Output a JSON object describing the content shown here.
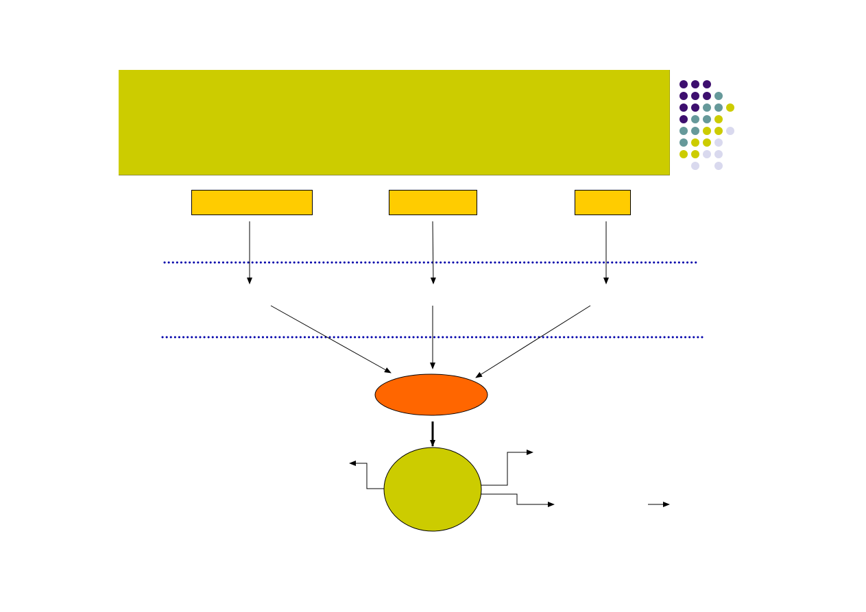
{
  "title": "",
  "boxes": [
    {
      "id": "box-1",
      "label": ""
    },
    {
      "id": "box-2",
      "label": ""
    },
    {
      "id": "box-3",
      "label": ""
    }
  ],
  "central_ellipse": {
    "label": "",
    "fill": "#ff6600"
  },
  "bottom_circle": {
    "label": "",
    "fill": "#cccc00"
  },
  "colors": {
    "title_band": "#cccc00",
    "boxes": "#ffcc00",
    "dotted_lines": "#0000aa",
    "dots_purple": "#3d0f6e",
    "dots_teal": "#66999a",
    "dots_yellow": "#cccc00",
    "dots_lavender": "#d9d9ee"
  },
  "decor_dot_rows": [
    [
      "purple",
      "purple",
      "purple"
    ],
    [
      "purple",
      "purple",
      "purple",
      "teal"
    ],
    [
      "purple",
      "purple",
      "teal",
      "teal",
      "yellow"
    ],
    [
      "purple",
      "teal",
      "teal",
      "yellow"
    ],
    [
      "teal",
      "teal",
      "yellow",
      "yellow",
      "lavender"
    ],
    [
      "teal",
      "yellow",
      "yellow",
      "lavender"
    ],
    [
      "yellow",
      "yellow",
      "lavender",
      "lavender"
    ],
    [
      "",
      "lavender",
      "",
      "lavender"
    ]
  ]
}
